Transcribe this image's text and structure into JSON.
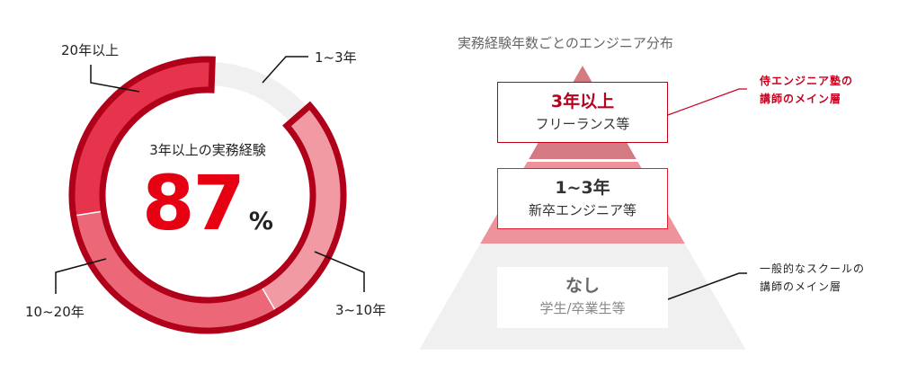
{
  "chart_data": [
    {
      "type": "pie",
      "variant": "donut",
      "slices": [
        {
          "label": "1~3年",
          "value": 13,
          "highlighted": false,
          "color": "#f0f0f0"
        },
        {
          "label": "3~10年",
          "value": 28,
          "highlighted": true,
          "color": "#f19aa3"
        },
        {
          "label": "10~20年",
          "value": 31,
          "highlighted": true,
          "color": "#ec6878"
        },
        {
          "label": "20年以上",
          "value": 28,
          "highlighted": true,
          "color": "#e5344b"
        }
      ],
      "center_caption": "3年以上の実務経験",
      "center_value": "87",
      "center_unit": "%",
      "outline_color": "#b0001a",
      "value_color": "#e60012"
    },
    {
      "type": "pyramid",
      "title": "実務経験年数ごとのエンジニア分布",
      "tiers": [
        {
          "main": "3年以上",
          "sub": "フリーランス等",
          "color": "#d47a82",
          "note": [
            "侍エンジニア塾の",
            "講師のメイン層"
          ]
        },
        {
          "main": "1~3年",
          "sub": "新卒エンジニア等",
          "color": "#ec939b"
        },
        {
          "main": "なし",
          "sub": "学生/卒業生等",
          "color": "#f0f0f0",
          "note": [
            "一般的なスクールの",
            "講師のメイン層"
          ]
        }
      ]
    }
  ]
}
